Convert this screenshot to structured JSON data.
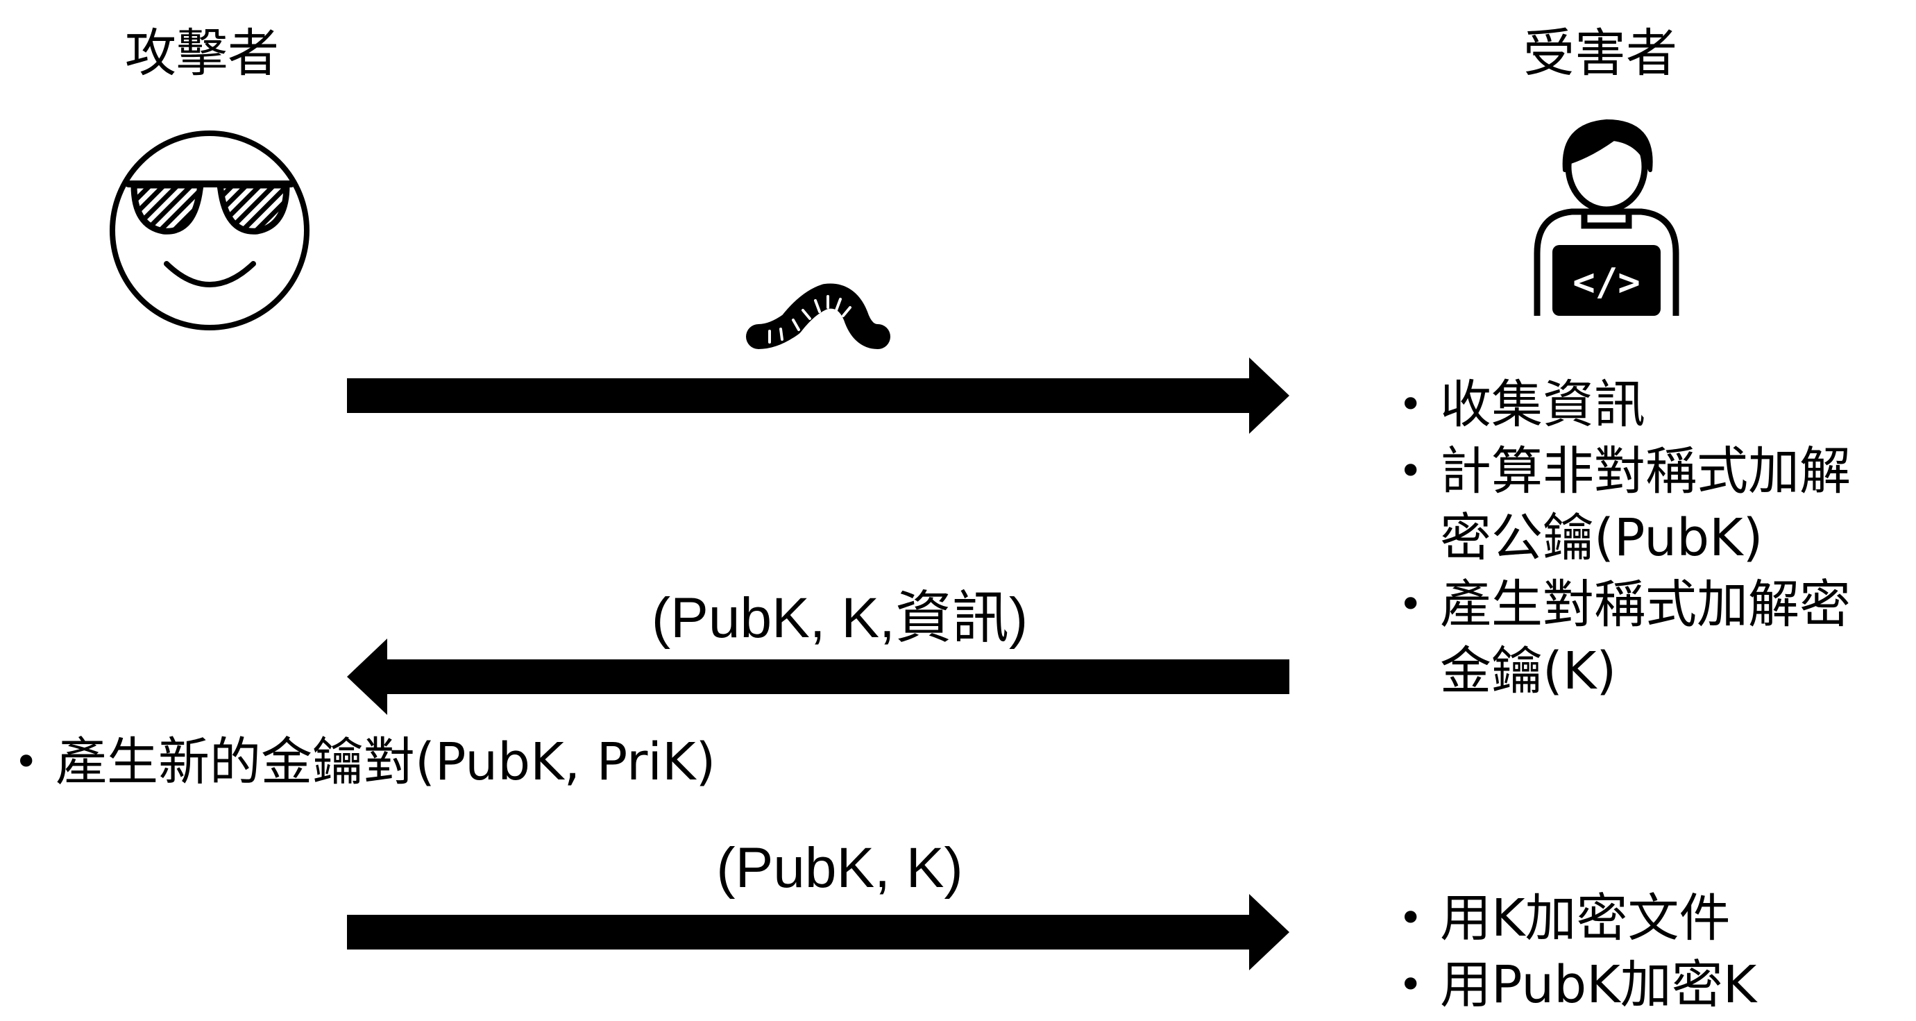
{
  "attacker": {
    "label": "攻擊者",
    "icon": "sunglasses-face-icon"
  },
  "victim": {
    "label": "受害者",
    "icon": "laptop-user-icon"
  },
  "worm": {
    "icon": "worm-icon"
  },
  "messages": [
    {
      "direction": "attacker-to-victim",
      "label": ""
    },
    {
      "direction": "victim-to-attacker",
      "label": "(PubK, K,資訊)"
    },
    {
      "direction": "attacker-to-victim",
      "label": "(PubK, K)"
    }
  ],
  "victim_steps_1": [
    {
      "line1": "收集資訊",
      "line2": ""
    },
    {
      "line1": "計算非對稱式加解",
      "line2": "密公鑰(PubK)"
    },
    {
      "line1": "產生對稱式加解密",
      "line2": "金鑰(K)"
    }
  ],
  "attacker_steps": [
    {
      "line1": "產生新的金鑰對(PubK, PriK)"
    }
  ],
  "victim_steps_2": [
    {
      "line1": "用K加密文件"
    },
    {
      "line1": "用PubK加密K"
    }
  ],
  "bullet_char": "•",
  "colors": {
    "ink": "#000000",
    "background": "#ffffff"
  }
}
